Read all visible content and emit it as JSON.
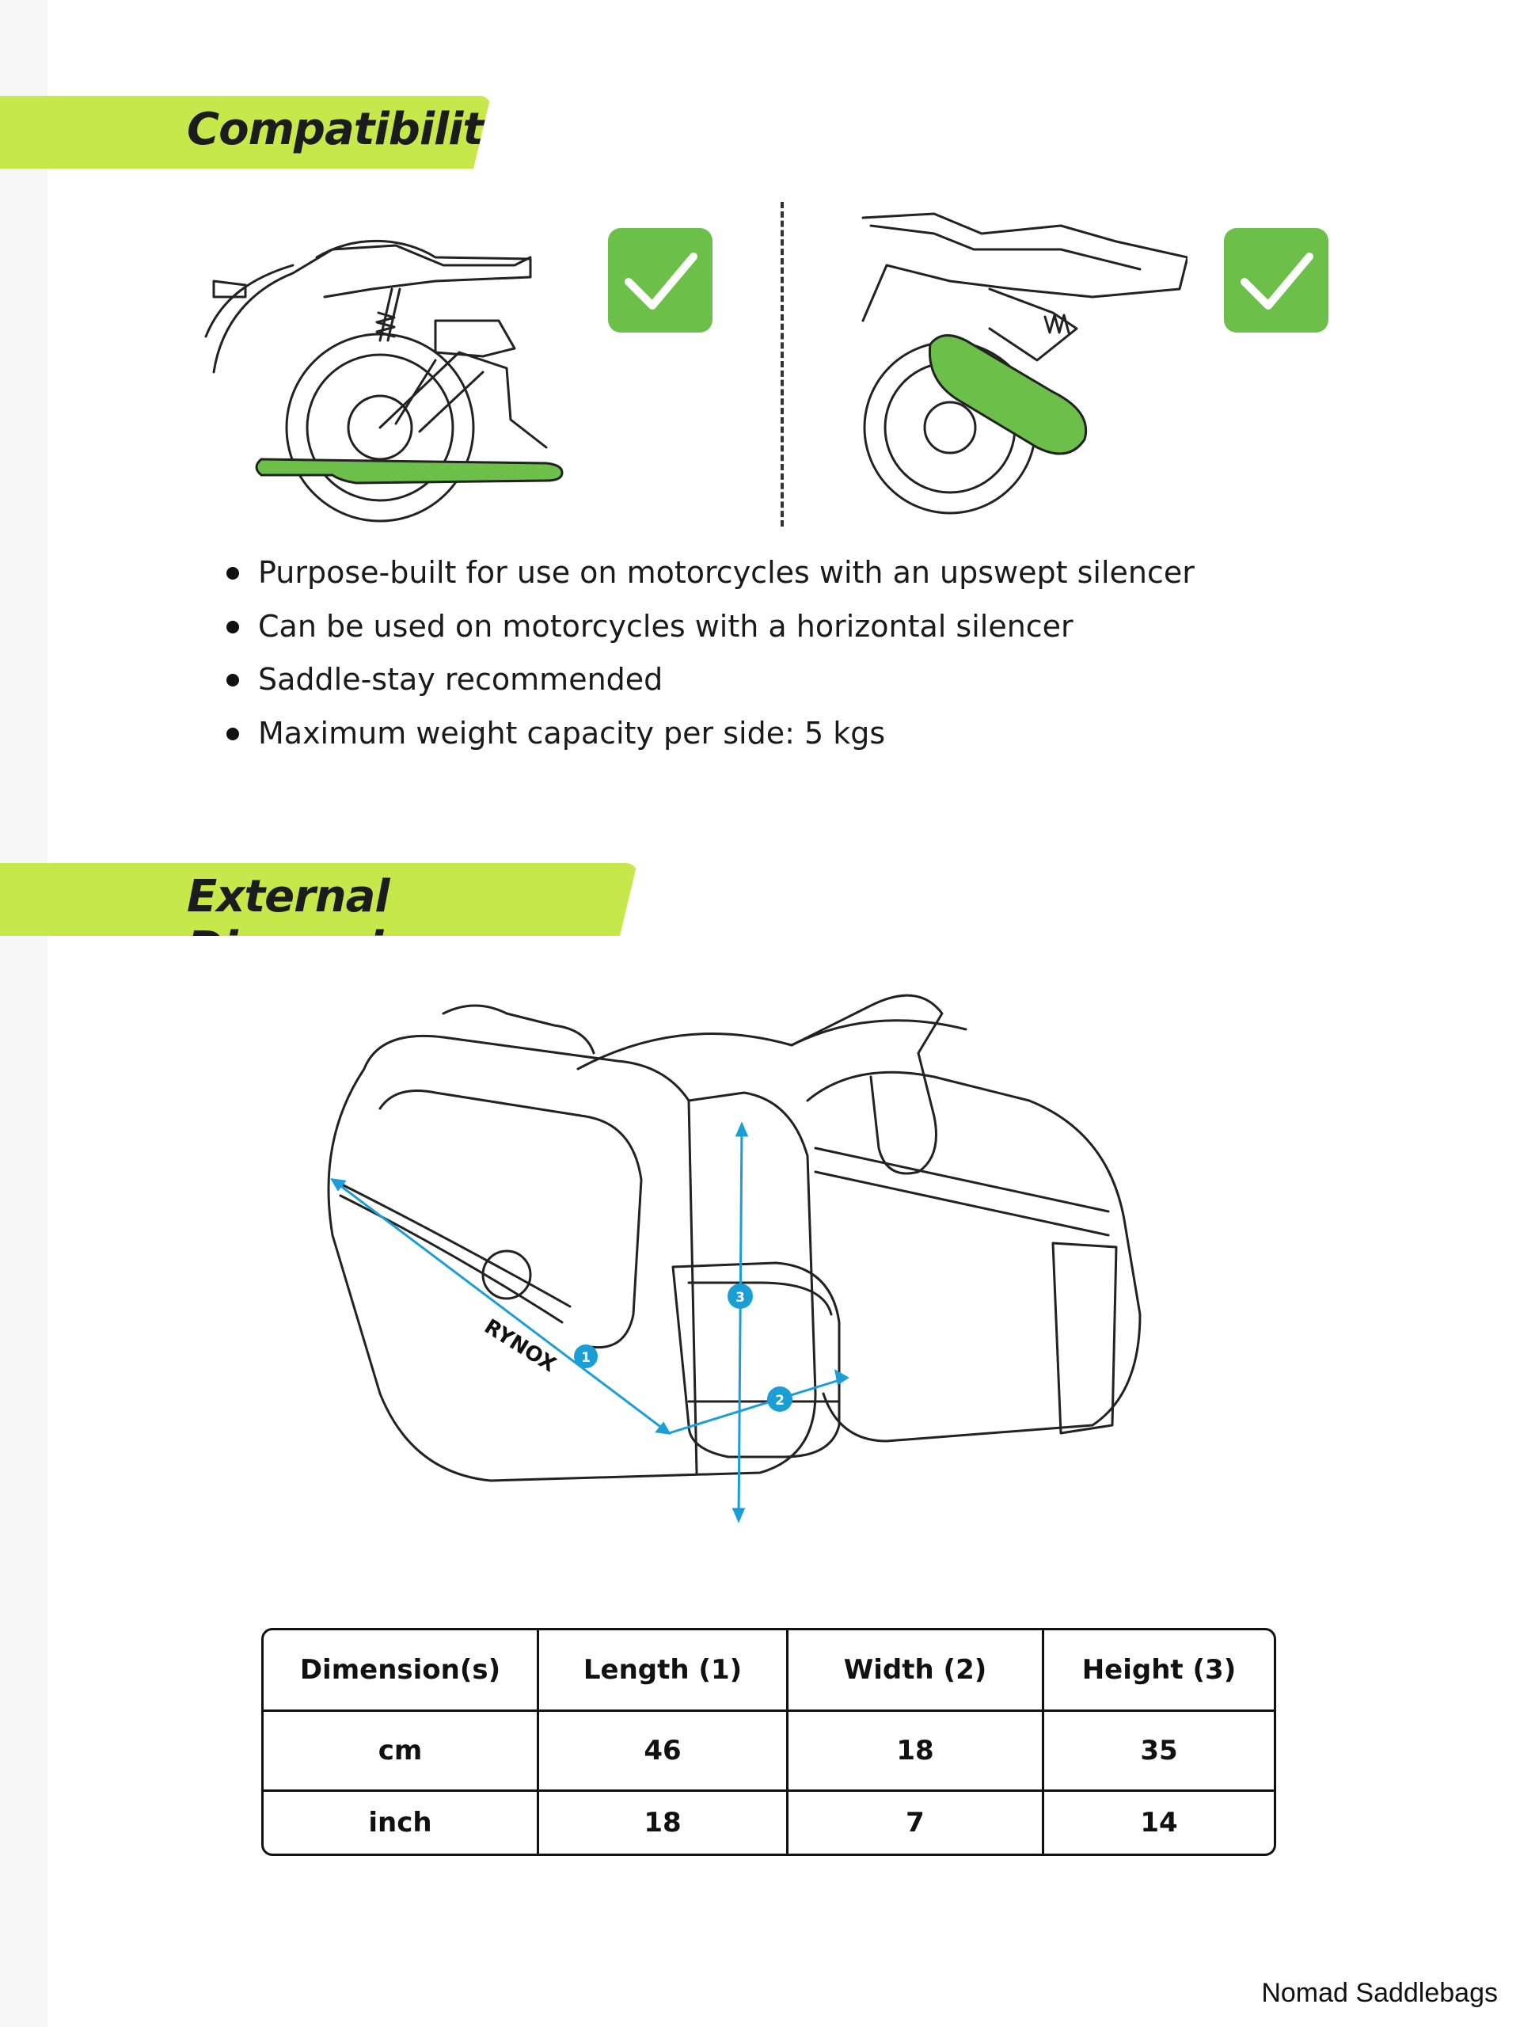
{
  "sections": {
    "compatibility_title": "Compatibility",
    "dimensions_title": "External Dimensions"
  },
  "colors": {
    "accent_banner": "#c6e84b",
    "check_green": "#6cc04a",
    "silencer_green": "#6cc04a",
    "measure_blue": "#1b9ed6"
  },
  "icons": {
    "check": "checkmark-icon",
    "bullet": "bullet-icon"
  },
  "features": [
    "Purpose-built for use on motorcycles with an upswept silencer",
    "Can be used on motorcycles with a horizontal silencer",
    "Saddle-stay recommended",
    "Maximum weight capacity per side: 5 kgs"
  ],
  "illustration": {
    "brand": "RYNOX",
    "markers": [
      "1",
      "2",
      "3"
    ]
  },
  "table": {
    "headers": [
      "Dimension(s)",
      "Length (1)",
      "Width (2)",
      "Height (3)"
    ],
    "rows": [
      [
        "cm",
        "46",
        "18",
        "35"
      ],
      [
        "inch",
        "18",
        "7",
        "14"
      ]
    ]
  },
  "footer": {
    "product_name": "Nomad Saddlebags"
  }
}
